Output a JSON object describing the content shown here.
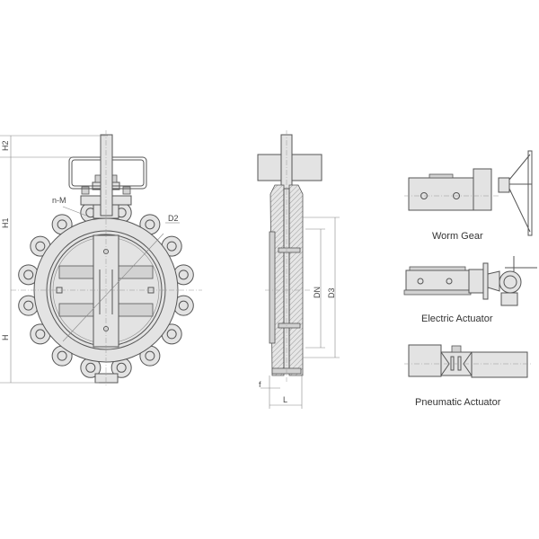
{
  "front_view": {
    "dimensions": {
      "h2": "H2",
      "h1": "H1",
      "h": "H",
      "bolts": "n-M",
      "d2": "D2"
    },
    "lug_count": 16
  },
  "side_view": {
    "dimensions": {
      "dn": "DN",
      "d3": "D3",
      "f": "f",
      "l": "L"
    }
  },
  "actuators": [
    {
      "label": "Worm Gear"
    },
    {
      "label": "Electric Actuator"
    },
    {
      "label": "Pneumatic Actuator"
    }
  ]
}
